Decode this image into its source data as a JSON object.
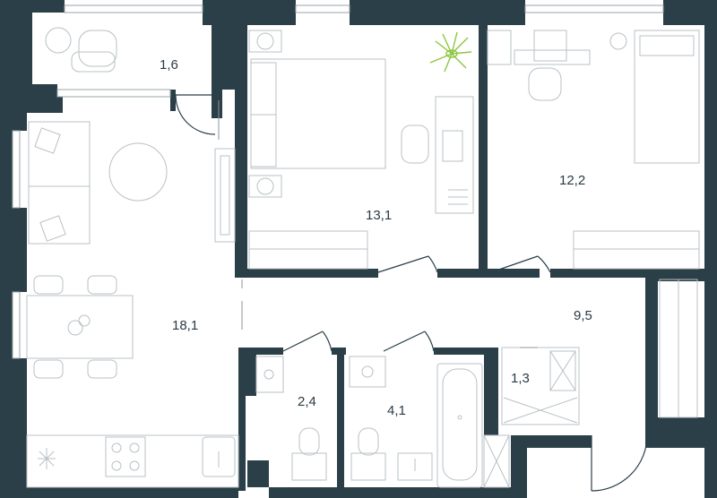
{
  "rooms": [
    {
      "id": "balcony",
      "area": "1,6"
    },
    {
      "id": "bedroom-1",
      "area": "13,1"
    },
    {
      "id": "bedroom-2",
      "area": "12,2"
    },
    {
      "id": "living-kitchen",
      "area": "18,1"
    },
    {
      "id": "hallway",
      "area": "9,5"
    },
    {
      "id": "storage",
      "area": "1,3"
    },
    {
      "id": "toilet",
      "area": "2,4"
    },
    {
      "id": "bathroom",
      "area": "4,1"
    }
  ],
  "colors": {
    "wall": "#2b3f48",
    "furniture_line": "#b9c0c4",
    "plant": "#8cc63f",
    "label": "#2b3a44"
  }
}
